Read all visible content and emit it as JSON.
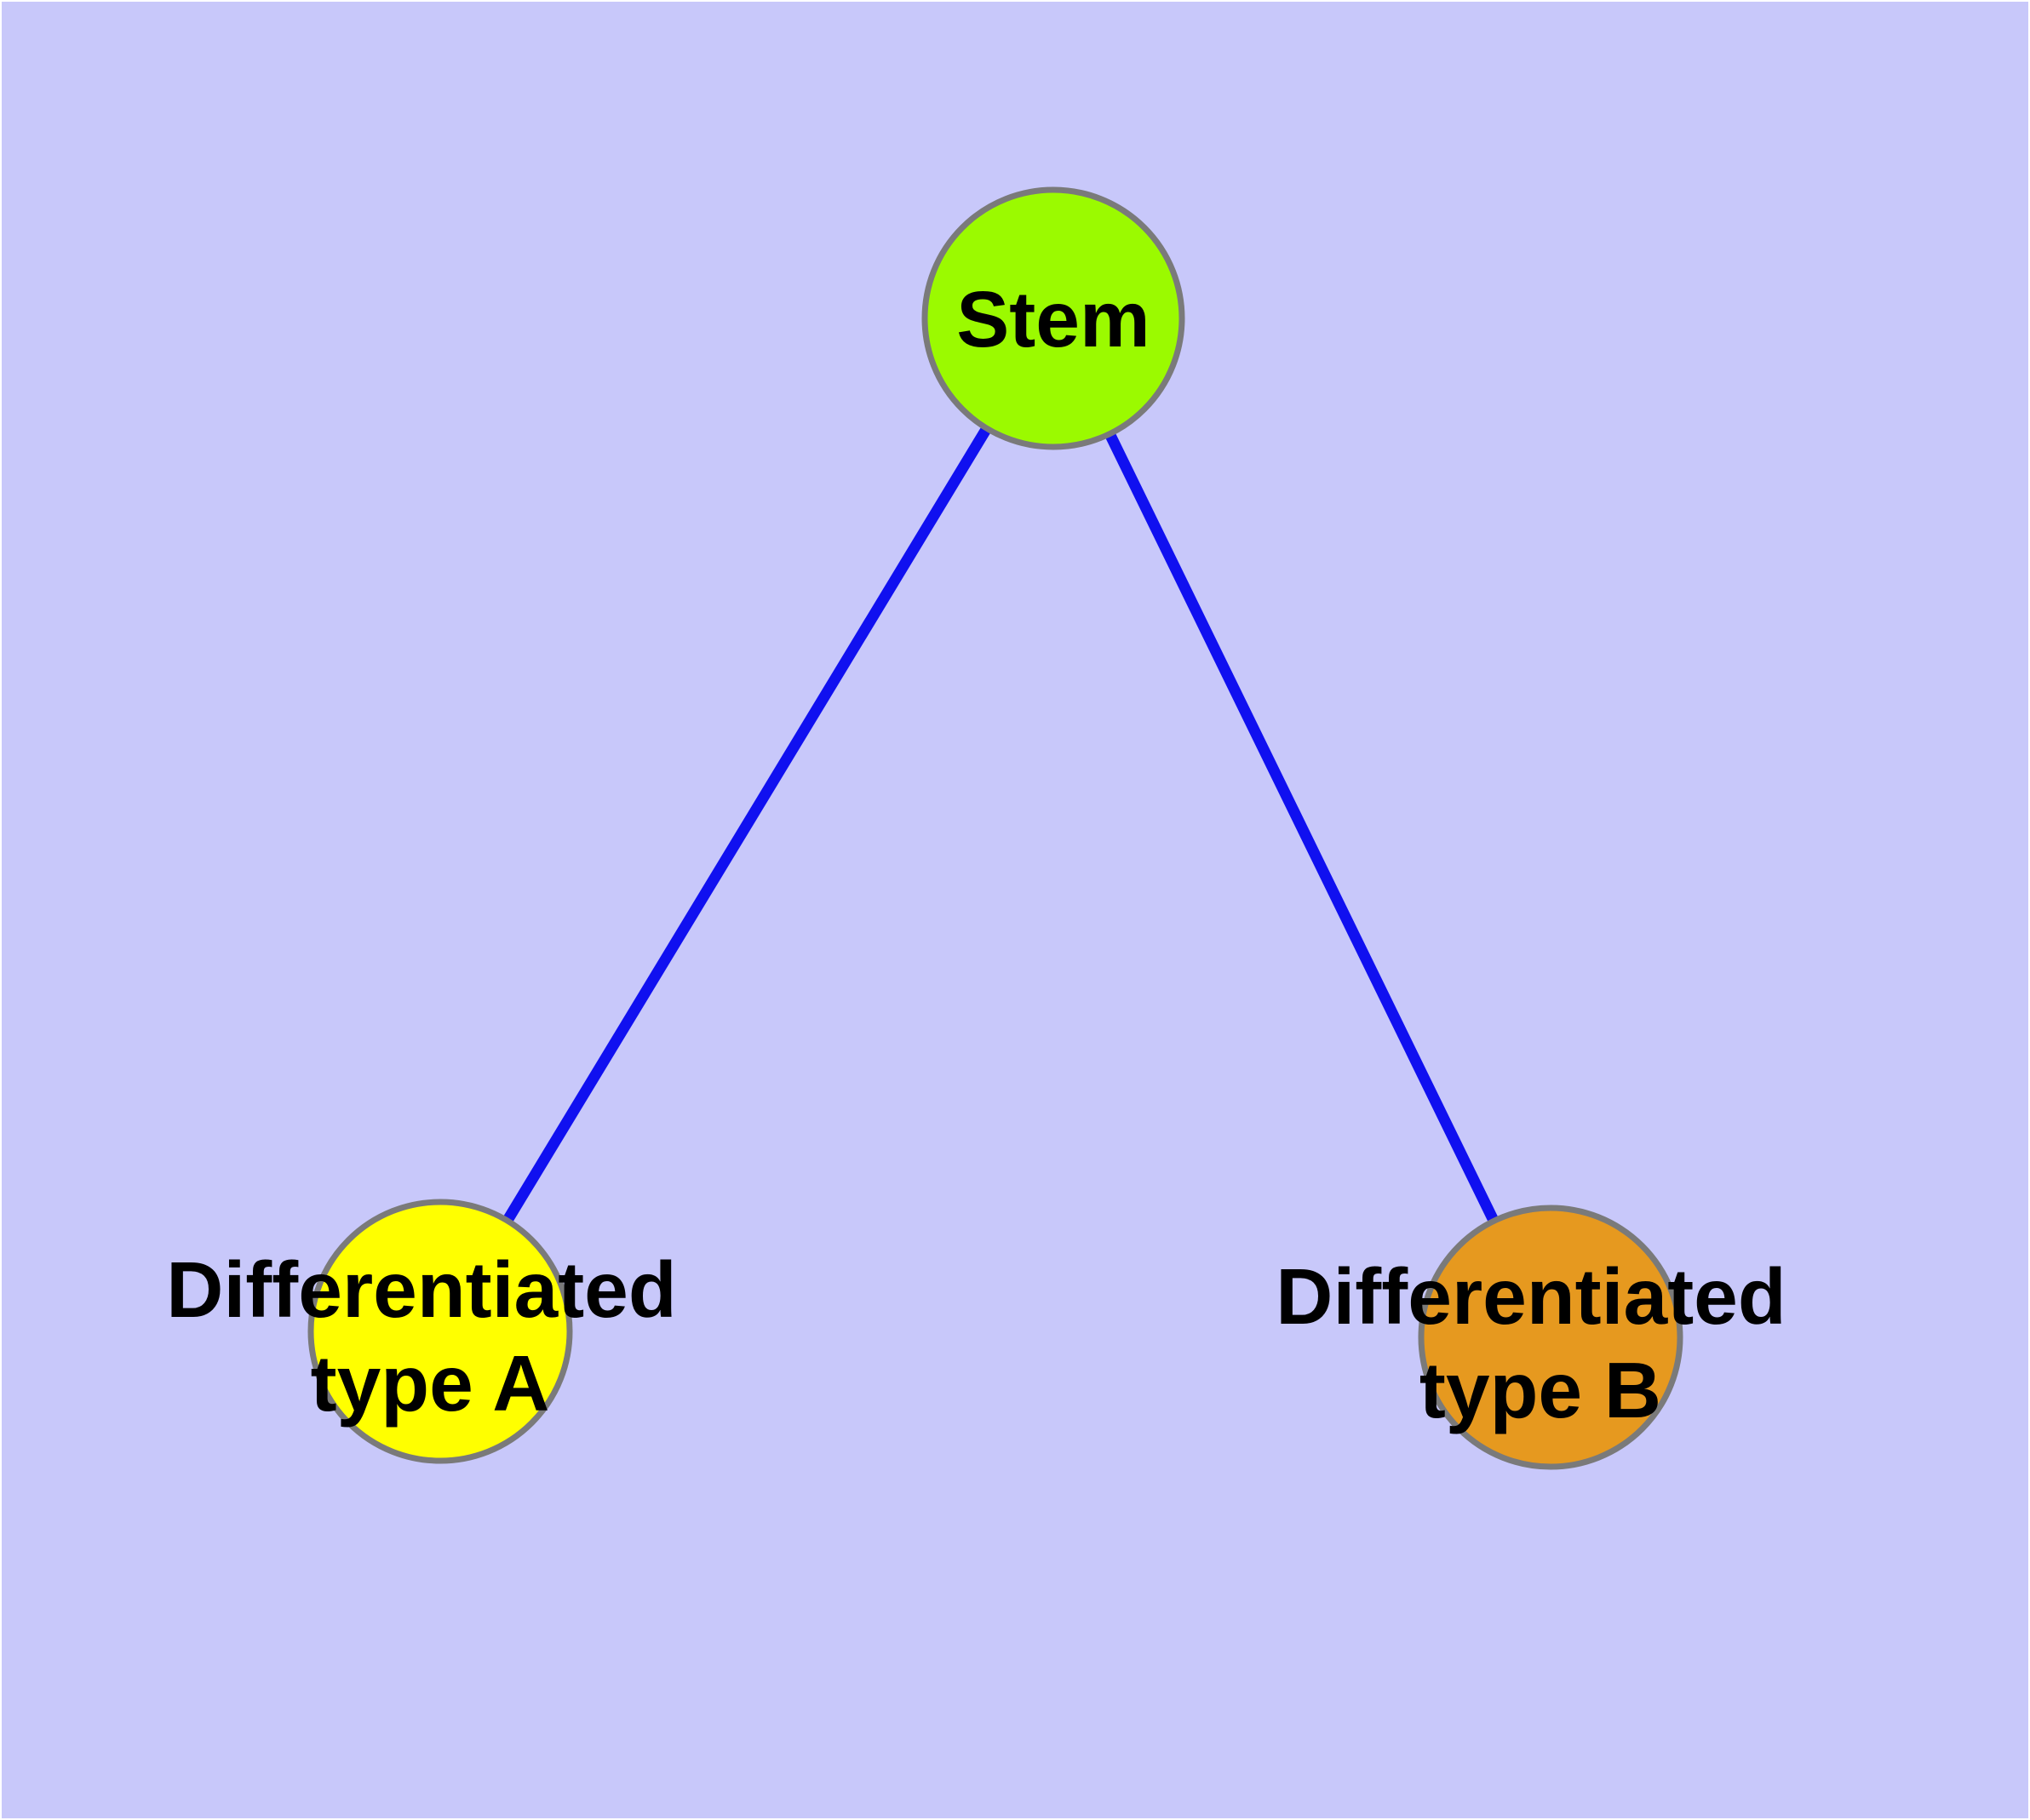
{
  "colors": {
    "background": "#C8C8FA",
    "frame": "#FFFFFF",
    "edge": "#1010F0",
    "node_border": "#7A7A7A",
    "label_text": "#000000"
  },
  "nodes": {
    "stem": {
      "label": "Stem",
      "fill": "#9BFA00"
    },
    "type_a": {
      "label_line1": "Differentiated",
      "label_line2": "type A",
      "fill": "#FFFF00"
    },
    "type_b": {
      "label_line1": "Differentiated",
      "label_line2": "type B",
      "fill": "#E6991F"
    }
  }
}
